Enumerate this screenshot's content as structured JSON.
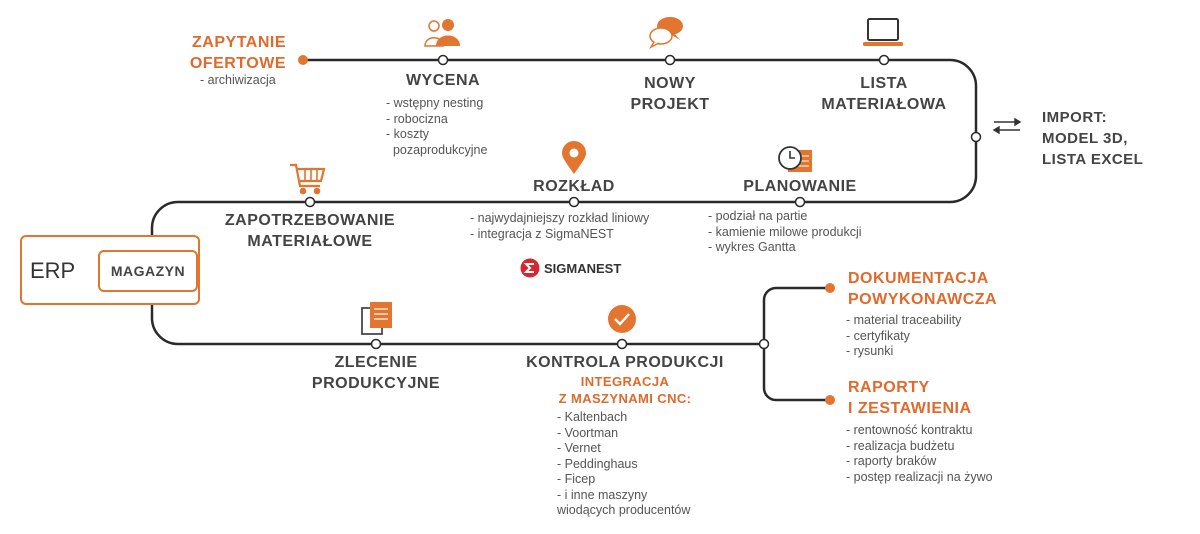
{
  "colors": {
    "accent": "#e2752f",
    "line": "#2a2a2a",
    "text": "#4a4a4a"
  },
  "zapytanie": {
    "title": [
      "ZAPYTANIE",
      "OFERTOWE"
    ],
    "items": [
      "- archiwizacja"
    ]
  },
  "wycena": {
    "icon": "people-icon",
    "title": "WYCENA",
    "items": [
      "- wstępny nesting",
      "- robocizna",
      "- koszty",
      "  pozaprodukcyjne"
    ]
  },
  "nowy_projekt": {
    "icon": "chat-bubbles-icon",
    "title": [
      "NOWY",
      "PROJEKT"
    ]
  },
  "lista": {
    "icon": "laptop-icon",
    "title": [
      "LISTA",
      "MATERIAŁOWA"
    ]
  },
  "import": {
    "icon": "double-arrow-icon",
    "title": [
      "IMPORT:",
      "MODEL 3D,",
      "LISTA EXCEL"
    ]
  },
  "planowanie": {
    "icon": "calendar-clock-icon",
    "title": "PLANOWANIE",
    "items": [
      "- podział na partie",
      "- kamienie milowe produkcji",
      "- wykres Gantta"
    ]
  },
  "rozklad": {
    "icon": "map-pin-icon",
    "title": "ROZKŁAD",
    "items": [
      "- najwydajniejszy rozkład liniowy",
      "- integracja z SigmaNEST"
    ],
    "logo": "SIGMANEST"
  },
  "zapotrzebowanie": {
    "icon": "cart-icon",
    "title": [
      "ZAPOTRZEBOWANIE",
      "MATERIAŁOWE"
    ]
  },
  "erp": {
    "label": "ERP",
    "magazyn": "MAGAZYN"
  },
  "zlecenie": {
    "icon": "documents-icon",
    "title": [
      "ZLECENIE",
      "PRODUKCYJNE"
    ]
  },
  "kontrola": {
    "icon": "check-circle-icon",
    "title": "KONTROLA PRODUKCJI",
    "subtitle": [
      "INTEGRACJA",
      "Z MASZYNAMI CNC:"
    ],
    "items": [
      "- Kaltenbach",
      "- Voortman",
      "- Vernet",
      "- Peddinghaus",
      "- Ficep",
      "- i inne maszyny",
      "wiodących producentów"
    ]
  },
  "dokumentacja": {
    "title": [
      "DOKUMENTACJA",
      "POWYKONAWCZA"
    ],
    "items": [
      "- material traceability",
      "- certyfikaty",
      "- rysunki"
    ]
  },
  "raporty": {
    "title": [
      "RAPORTY",
      "I ZESTAWIENIA"
    ],
    "items": [
      "- rentowność kontraktu",
      "- realizacja budżetu",
      "- raporty braków",
      "- postęp realizacji na żywo"
    ]
  }
}
